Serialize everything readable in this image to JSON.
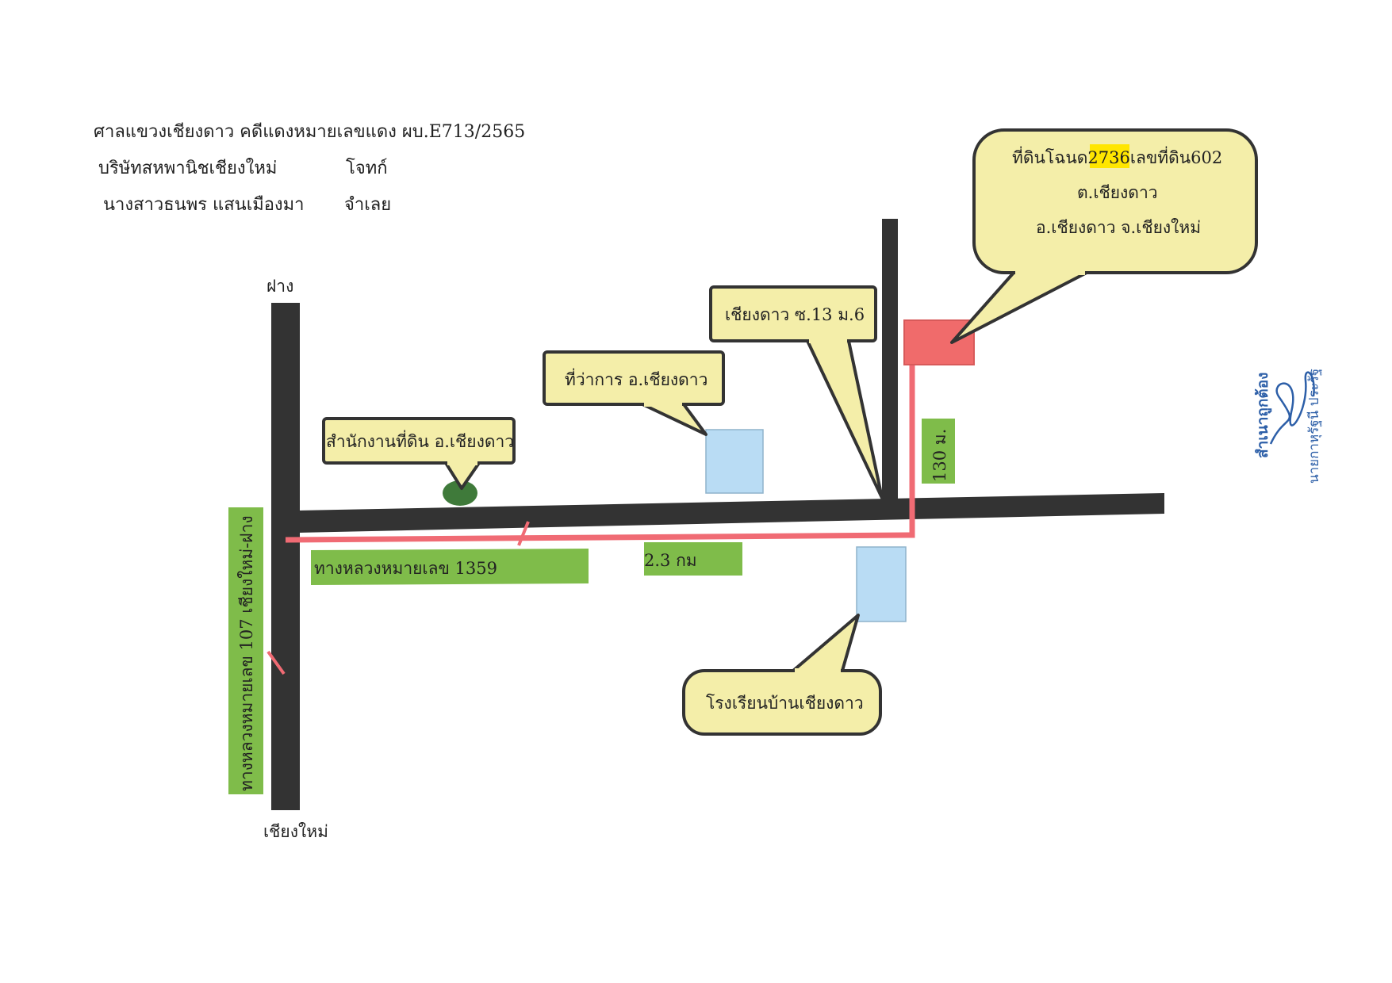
{
  "header": {
    "court_line": "ศาลแขวงเชียงดาว  คดีแดงหมายเลขแดง ผบ.E713/2565",
    "plaintiff_name": "บริษัทสหพานิชเชียงใหม่",
    "plaintiff_role": "โจทก์",
    "defendant_name": "นางสาวธนพร  แสนเมืองมา",
    "defendant_role": "จำเลย"
  },
  "map": {
    "north_label": "ฝาง",
    "south_label": "เชียงใหม่",
    "highway_107_label": "ทางหลวงหมายเลข 107   เชียงใหม่-ฝาง",
    "highway_1359_label": "ทางหลวงหมายเลข 1359",
    "distance_label": "2.3 กม",
    "side_distance_label": "130 ม.",
    "callouts": {
      "land_office": "สำนักงานที่ดิน อ.เชียงดาว",
      "district_office": "ที่ว่าการ อ.เชียงดาว",
      "soi": "เชียงดาว ซ.13 ม.6",
      "school": "โรงเรียนบ้านเชียงดาว",
      "parcel_prefix": "ที่ดินโฉนด",
      "parcel_deed_number": "2736",
      "parcel_suffix": "เลขที่ดิน602",
      "parcel_line2": "ต.เชียงดาว",
      "parcel_line3": "อ.เชียงดาว จ.เชียงใหม่"
    },
    "colors": {
      "road": "#333333",
      "route": "#f06b74",
      "parcel": "#f06b6b",
      "callout_fill": "#f4eea9",
      "building": "#b9dcf4",
      "label_bg": "#7fbc4a",
      "marker": "#3f7a3a",
      "highlight": "#ffe600",
      "stamp": "#2d5fa8"
    }
  },
  "stamp": {
    "line1": "สำเนาถูกต้อง",
    "line2": "นายกาหุรัฐนี  ประรัฐ"
  }
}
